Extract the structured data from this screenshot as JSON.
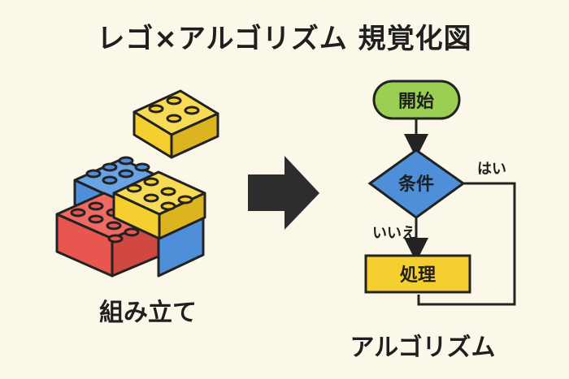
{
  "title": "レゴ×アルゴリズム 規覚化図",
  "left_caption": "組み立て",
  "right_caption": "アルゴリズム",
  "flowchart": {
    "start": "開始",
    "condition": "条件",
    "yes": "はい",
    "no": "いいえ",
    "process": "処理"
  },
  "colors": {
    "background": "#fbf8ea",
    "lego_yellow": "#f4cf2f",
    "lego_blue": "#4f8fd9",
    "lego_red": "#e8564f",
    "start_green": "#9bcf54",
    "condition_blue": "#4f8fd9",
    "process_yellow": "#f4cf2f",
    "outline": "#222222"
  }
}
